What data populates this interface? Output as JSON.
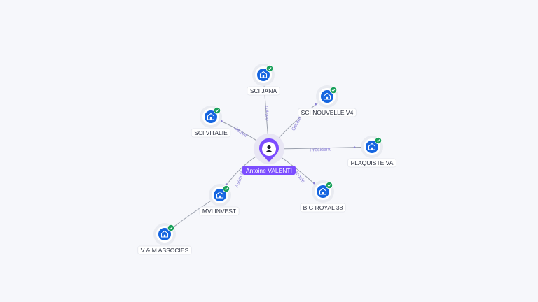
{
  "center": {
    "name": "Antoine VALENTI",
    "icon": "person-icon",
    "color": "#7c4dff"
  },
  "companies": [
    {
      "name": "SCI JANA",
      "icon": "building-icon",
      "status": "check-icon"
    },
    {
      "name": "SCI NOUVELLE V4",
      "icon": "building-icon",
      "status": "check-icon"
    },
    {
      "name": "SCI VITALIE",
      "icon": "building-icon",
      "status": "check-icon"
    },
    {
      "name": "PLAQUISTE VA",
      "icon": "building-icon",
      "status": "check-icon"
    },
    {
      "name": "MVI INVEST",
      "icon": "building-icon",
      "status": "check-icon"
    },
    {
      "name": "BIG ROYAL 38",
      "icon": "building-icon",
      "status": "check-icon"
    },
    {
      "name": "V & M ASSOCIES",
      "icon": "building-icon",
      "status": "check-icon"
    }
  ],
  "links": [
    {
      "label": "Gérant"
    },
    {
      "label": "Gérant"
    },
    {
      "label": "Gérant"
    },
    {
      "label": "Président"
    },
    {
      "label": "Associé"
    },
    {
      "label": "Associé"
    },
    {
      "label": ""
    }
  ],
  "colors": {
    "company": "#1565e0",
    "check": "#18a05a",
    "edge_label": "#8a7fd6"
  }
}
